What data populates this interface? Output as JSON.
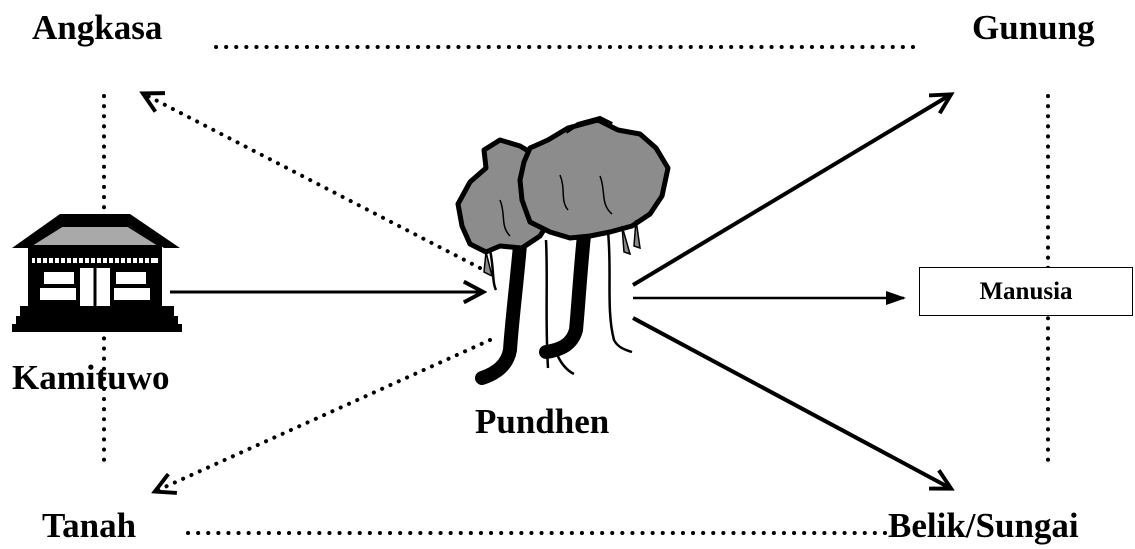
{
  "labels": {
    "top_left": "Angkasa",
    "top_right": "Gunung",
    "house": "Kamituwo",
    "tree": "Pundhen",
    "box": "Manusia",
    "bottom_left": "Tanah",
    "bottom_right": "Belik/Sungai"
  },
  "icons": {
    "house": "house-icon",
    "tree": "tree-icon"
  },
  "colors": {
    "line": "#000000",
    "tree_fill": "#8c8c8c",
    "background": "#ffffff"
  }
}
